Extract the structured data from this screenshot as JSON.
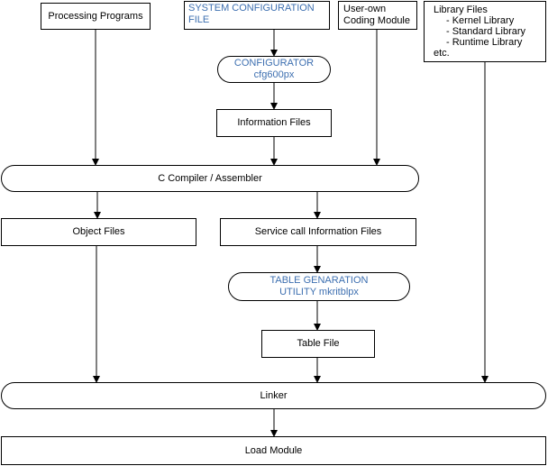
{
  "diagram": {
    "processing_programs": "Processing Programs",
    "system_config_file": [
      "SYSTEM CONFIGURATION",
      "FILE"
    ],
    "user_own_module": [
      "User-own",
      "Coding Module"
    ],
    "library_files": {
      "title": "Library Files",
      "items": [
        "- Kernel Library",
        "- Standard Library",
        "- Runtime Library"
      ],
      "footer": "etc."
    },
    "configurator": [
      "CONFIGURATOR",
      "cfg600px"
    ],
    "information_files": "Information Files",
    "c_compiler": "C Compiler / Assembler",
    "object_files": "Object Files",
    "service_call_info": "Service call Information Files",
    "table_generation": [
      "TABLE GENARATION",
      "UTILITY mkritblpx"
    ],
    "table_file": "Table File",
    "linker": "Linker",
    "load_module": "Load Module"
  },
  "colors": {
    "tool_text": "#3d6fb0",
    "line": "#000000"
  }
}
